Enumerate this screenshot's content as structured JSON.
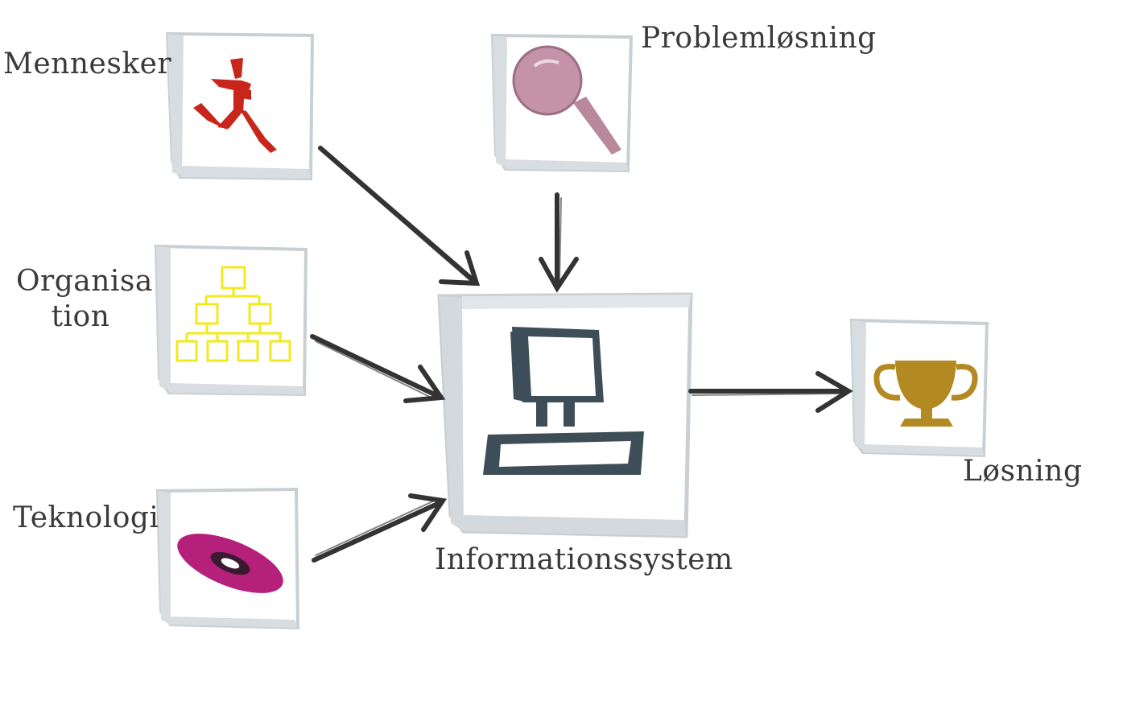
{
  "diagram": {
    "nodes": {
      "people": {
        "label": "Mennesker",
        "icon": "running-person-icon",
        "color": "#c8261a"
      },
      "organisation": {
        "label_line1": "Organisa",
        "label_line2": "tion",
        "icon": "org-chart-icon",
        "color": "#f2ea1e"
      },
      "technology": {
        "label": "Teknologi",
        "icon": "disc-icon",
        "color": "#b4207a"
      },
      "problem_solving": {
        "label": "Problemløsning",
        "icon": "magnifier-icon",
        "color": "#b9889b"
      },
      "information_system": {
        "label": "Informationssystem",
        "icon": "computer-icon",
        "color": "#3e4e58"
      },
      "solution": {
        "label": "Løsning",
        "icon": "trophy-icon",
        "color": "#b38a22"
      }
    },
    "edges": [
      {
        "from": "people",
        "to": "information_system"
      },
      {
        "from": "problem_solving",
        "to": "information_system"
      },
      {
        "from": "organisation",
        "to": "information_system"
      },
      {
        "from": "technology",
        "to": "information_system"
      },
      {
        "from": "information_system",
        "to": "solution"
      }
    ],
    "arrow_color": "#333333"
  }
}
